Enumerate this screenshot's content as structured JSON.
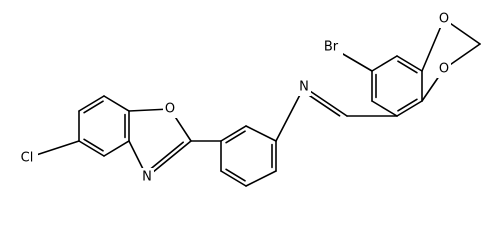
{
  "figure": {
    "atoms": {
      "Br": "Br",
      "Cl": "Cl",
      "N_imine": "N",
      "N_oxazole": "N",
      "O_oxazole": "O",
      "O_diox_top": "O",
      "O_diox_bot": "O"
    }
  }
}
